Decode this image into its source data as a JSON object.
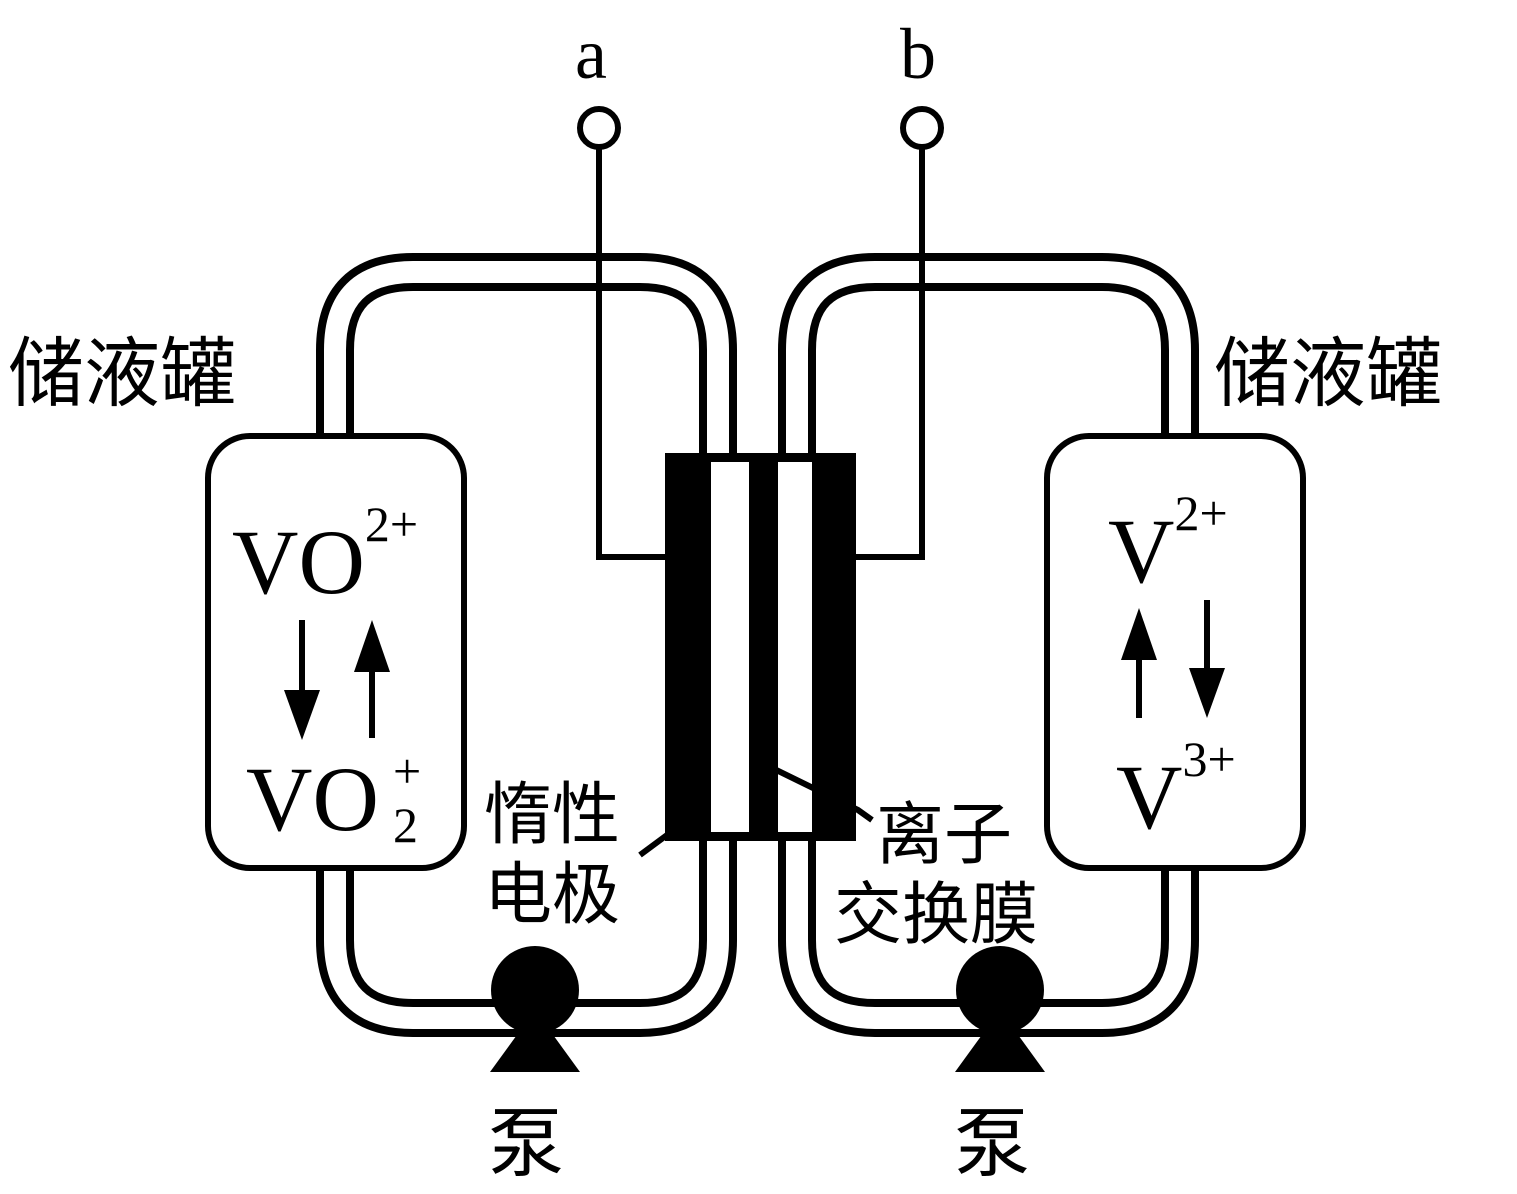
{
  "terminals": {
    "left": "a",
    "right": "b"
  },
  "tanks": {
    "left_label": "储液罐",
    "right_label": "储液罐",
    "left_top_ion": {
      "base": "VO",
      "sup": "2+"
    },
    "left_bottom_ion": {
      "base": "VO",
      "sub": "2",
      "sup": "+"
    },
    "right_top_ion": {
      "base": "V",
      "sup": "2+"
    },
    "right_bottom_ion": {
      "base": "V",
      "sup": "3+"
    }
  },
  "labels": {
    "electrode_line1": "惰性",
    "electrode_line2": "电极",
    "membrane_line1": "离子",
    "membrane_line2": "交换膜",
    "pump_left": "泵",
    "pump_right": "泵"
  }
}
